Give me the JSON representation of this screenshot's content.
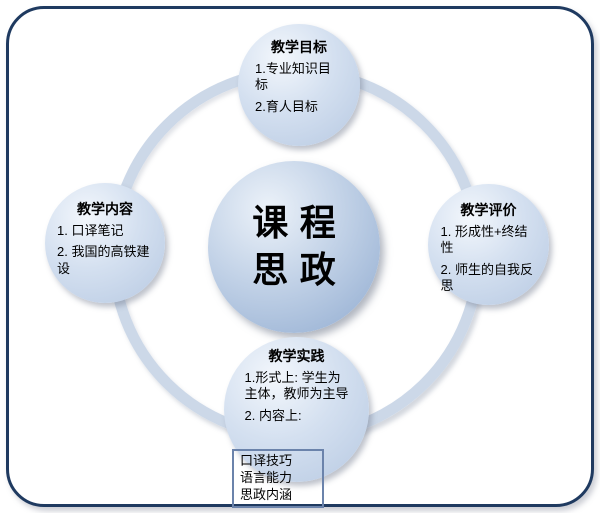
{
  "diagram": {
    "center": {
      "line1": "课程",
      "line2": "思政"
    },
    "nodes": {
      "top": {
        "title": "教学目标",
        "items": [
          "1.专业知识目标",
          "2.育人目标"
        ]
      },
      "left": {
        "title": "教学内容",
        "items": [
          "1. 口译笔记",
          "2. 我国的高铁建设"
        ]
      },
      "right": {
        "title": "教学评价",
        "items": [
          "1. 形成性+终结性",
          "2. 师生的自我反思"
        ]
      },
      "bottom": {
        "title": "教学实践",
        "items": [
          "1.形式上: 学生为主体，教师为主导",
          "2. 内容上:"
        ],
        "box_items": [
          "口译技巧",
          "语言能力",
          "思政内涵"
        ]
      }
    },
    "colors": {
      "frame_border": "#1f3a60",
      "ring": "#ccd8e8",
      "node_fill": "#c7d6ea",
      "center_fill": "#9db7d8",
      "box_border": "#6b83ab",
      "text": "#000000"
    }
  }
}
